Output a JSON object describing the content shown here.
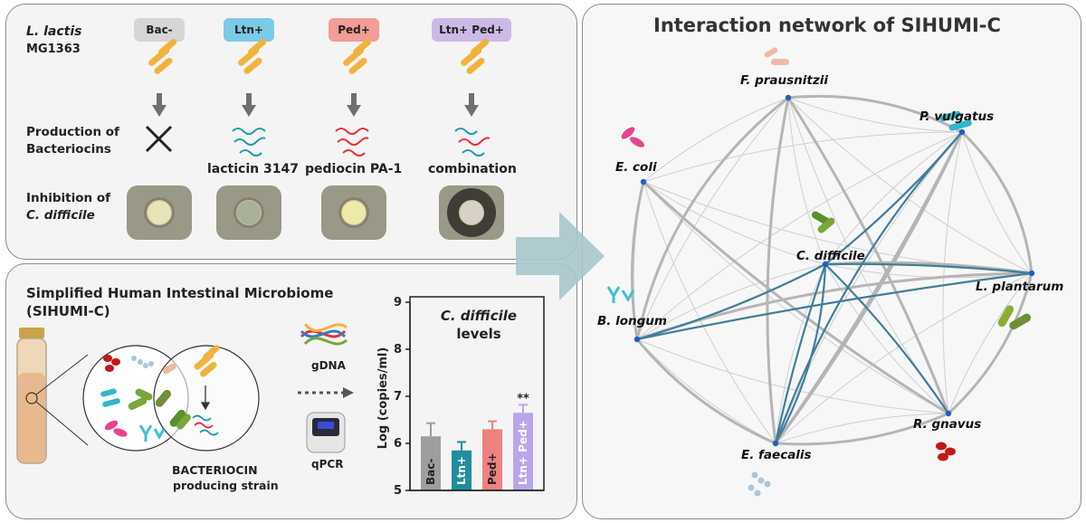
{
  "panel_a": {
    "organism_line1": "L. lactis",
    "organism_line2": "MG1363",
    "strains": [
      {
        "label": "Bac-",
        "color": "#d6d6d6"
      },
      {
        "label": "Ltn+",
        "color": "#7ccbe6"
      },
      {
        "label": "Ped+",
        "color": "#f39c98"
      },
      {
        "label": "Ltn+ Ped+",
        "color": "#cdb9e6"
      }
    ],
    "production_line1": "Production of",
    "production_line2": "Bacteriocins",
    "bacteriocins": [
      "lacticin 3147",
      "pediocin PA-1",
      "combination"
    ],
    "inhibition_line1": "Inhibition of",
    "inhibition_line2": "C. difficile"
  },
  "panel_b": {
    "title_line1": "Simplified Human Intestinal Microbiome",
    "title_line2": "(SIHUMI-C)",
    "gdna_label": "gDNA",
    "qpcr_label": "qPCR",
    "strain_line1": "BACTERIOCIN",
    "strain_line2": "producing strain"
  },
  "chart_data": {
    "type": "bar",
    "title_line1": "C. difficile",
    "title_line2": "levels",
    "ylabel": "Log (copies/ml)",
    "ylim": [
      5,
      9
    ],
    "yticks": [
      5,
      6,
      7,
      8,
      9
    ],
    "categories": [
      "Bac-",
      "Ltn+",
      "Ped+",
      "Ltn+ Ped+"
    ],
    "values": [
      6.15,
      5.85,
      6.3,
      6.65
    ],
    "errors": [
      0.28,
      0.18,
      0.17,
      0.17
    ],
    "colors": [
      "#9e9e9e",
      "#1f8e9e",
      "#f08080",
      "#b9a6ea"
    ],
    "annotation": "**",
    "annotation_index": 3
  },
  "panel_c": {
    "title": "Interaction network of SIHUMI-C",
    "nodes": [
      {
        "id": "fp",
        "label": "F. prausnitzii"
      },
      {
        "id": "pv",
        "label": "P. vulgatus"
      },
      {
        "id": "ec",
        "label": "E. coli"
      },
      {
        "id": "cd",
        "label": "C. difficile"
      },
      {
        "id": "lp",
        "label": "L. plantarum"
      },
      {
        "id": "bl",
        "label": "B. longum"
      },
      {
        "id": "rg",
        "label": "R. gnavus"
      },
      {
        "id": "efa",
        "label": "E. faecalis"
      }
    ]
  }
}
